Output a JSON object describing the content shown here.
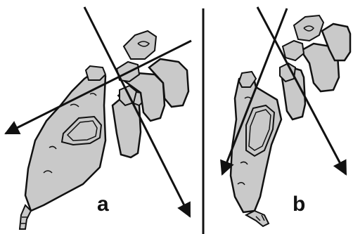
{
  "panels": [
    {
      "id": "a",
      "label": "a"
    },
    {
      "id": "b",
      "label": "b"
    }
  ],
  "colors": {
    "bone_fill": "#c9c9c9",
    "outline": "#111111",
    "background": "#ffffff"
  }
}
